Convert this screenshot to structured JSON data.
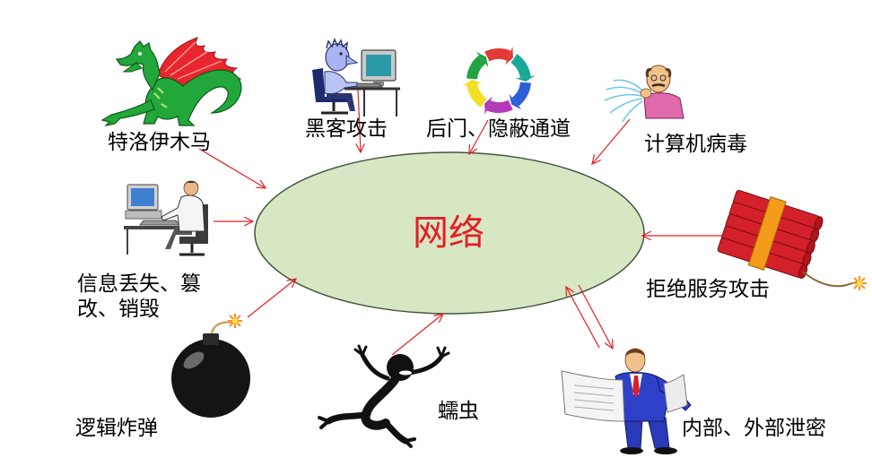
{
  "center": {
    "label": "网络",
    "label_color": "#e31e24",
    "fill": "#d7e6c3"
  },
  "arrow_color": "#e31e24",
  "threats": {
    "trojan": {
      "label": "特洛伊木马",
      "icon": "dragon-icon"
    },
    "hacker": {
      "label": "黑客攻击",
      "icon": "hacker-at-computer-icon"
    },
    "backdoor": {
      "label": "后门、隐蔽通道",
      "icon": "circular-arrows-icon"
    },
    "virus": {
      "label": "计算机病毒",
      "icon": "sneezing-man-icon"
    },
    "info_loss": {
      "label_lines": [
        "信息丢失、篡",
        "改、销毁"
      ],
      "icon": "computer-user-icon"
    },
    "dos": {
      "label": "拒绝服务攻击",
      "icon": "dynamite-icon"
    },
    "logic_bomb": {
      "label": "逻辑炸弹",
      "icon": "bomb-icon"
    },
    "worm": {
      "label": "蠕虫",
      "icon": "worm-icon"
    },
    "leak": {
      "label": "内部、外部泄密",
      "icon": "newspaper-reader-icon"
    }
  }
}
